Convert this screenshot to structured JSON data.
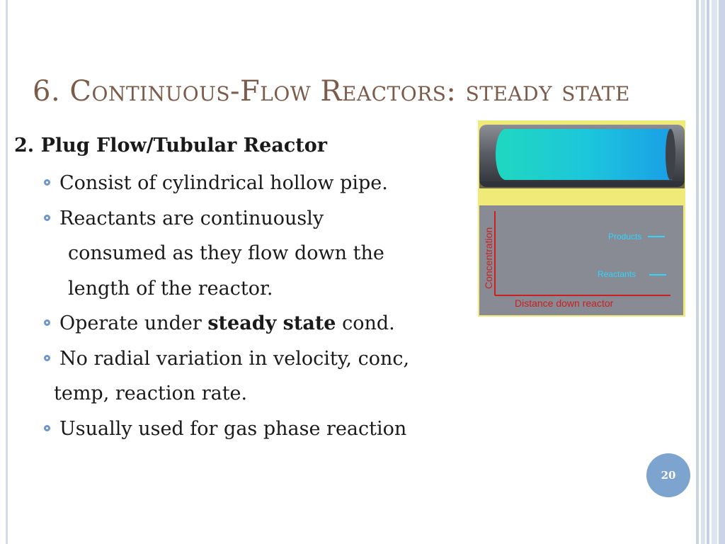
{
  "slide": {
    "title": "6. Continuous-Flow Reactors: steady state",
    "page_number": "20"
  },
  "content": {
    "heading": "2. Plug Flow/Tubular Reactor",
    "bullet1": "Consist of cylindrical hollow pipe.",
    "bullet2_line1": "Reactants are continuously",
    "bullet2_line2": "consumed as they flow down the",
    "bullet2_line3": "length of the reactor.",
    "bullet3_prefix": "Operate under ",
    "bullet3_bold": "steady state",
    "bullet3_suffix": " cond.",
    "bullet4_line1": "No radial variation in velocity, conc,",
    "bullet4_line2": "temp, reaction rate.",
    "bullet5": "Usually used for gas phase reaction"
  },
  "figure": {
    "y_label": "Concentration",
    "x_label": "Distance down reactor",
    "legend_products": "Products",
    "legend_reactants": "Reactants",
    "colors": {
      "background": "#f0ea78",
      "pipe": "#5b5e66",
      "fluid": "#20c8d8",
      "chart_bg": "#888a94",
      "axis": "#cc1f1f",
      "legend": "#2fd6ff"
    }
  }
}
